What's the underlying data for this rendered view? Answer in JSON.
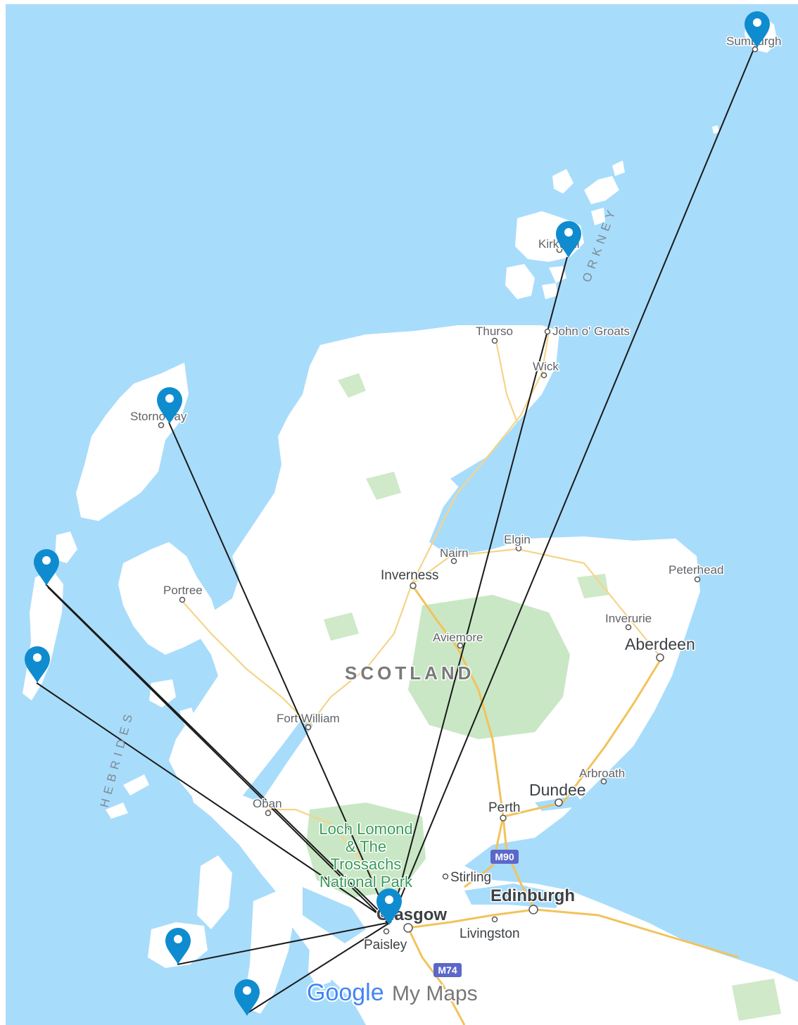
{
  "map": {
    "background_color": "#a8dcfb",
    "land_color": "#ffffff",
    "marker_color": "#0f8ccf",
    "route_color": "#1a1a1a",
    "region_labels": {
      "country": "SCOTLAND",
      "orkney": "ORKNEY",
      "hebrides": "HEBRIDES"
    },
    "park_label": [
      "Loch Lomond",
      "& The",
      "Trossachs",
      "National Park"
    ],
    "places": {
      "sumburgh": "Sumburgh",
      "kirkwall": "Kirkwall",
      "thurso": "Thurso",
      "john_o_groats": "John o' Groats",
      "wick": "Wick",
      "stornoway": "Stornoway",
      "portree": "Portree",
      "elgin": "Elgin",
      "nairn": "Nairn",
      "inverness": "Inverness",
      "peterhead": "Peterhead",
      "inverurie": "Inverurie",
      "aberdeen": "Aberdeen",
      "aviemore": "Aviemore",
      "fort_william": "Fort William",
      "arbroath": "Arbroath",
      "dundee": "Dundee",
      "perth": "Perth",
      "oban": "Oban",
      "stirling": "Stirling",
      "edinburgh": "Edinburgh",
      "glasgow": "Glasgow",
      "paisley": "Paisley",
      "livingston": "Livingston"
    },
    "road_signs": {
      "m90": "M90",
      "m74": "M74"
    },
    "branding": {
      "logo_word": "Google",
      "product": "My Maps"
    }
  }
}
